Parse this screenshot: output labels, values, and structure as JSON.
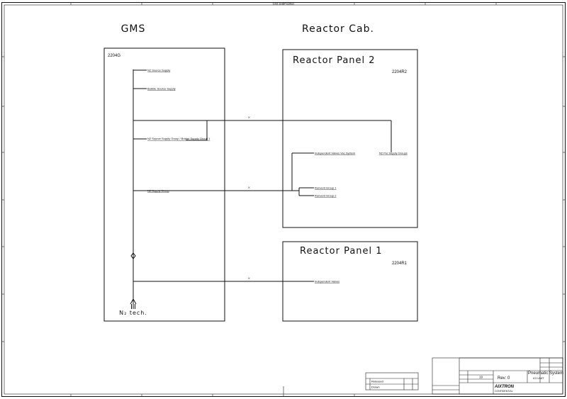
{
  "header": {
    "top_text": "Grid and Position"
  },
  "columns": {
    "left": "GMS",
    "right": "Reactor Cab."
  },
  "gms": {
    "id": "2204G",
    "items": [
      "N2 Source Supply",
      "Bubble Source Supply",
      "N2 Source Supply Group / Bridge Supply Group 1",
      "N2 Supply Group"
    ],
    "n2_label": "N₂ tech."
  },
  "panel2": {
    "title": "Reactor Panel 2",
    "id": "2204R2",
    "items": [
      "Independent Valves Vac.System",
      "N2 Pur.Supply Groups",
      "Runvent Group 1",
      "Runvent Group 2"
    ]
  },
  "panel1": {
    "title": "Reactor Panel 1",
    "id": "2204R1",
    "items": [
      "Independent Valves"
    ]
  },
  "wire_labels": [
    "X",
    "X",
    "X"
  ],
  "title_block": {
    "title": "Pneumatic System",
    "subtitle": "ICI UNIT",
    "revision": "Rev: 0",
    "company": "AIXTRON",
    "company_sub": "CONFIDENTIAL",
    "sheet_no": "19"
  },
  "revision_table": {
    "rows": [
      "Released",
      "Drawn"
    ]
  }
}
